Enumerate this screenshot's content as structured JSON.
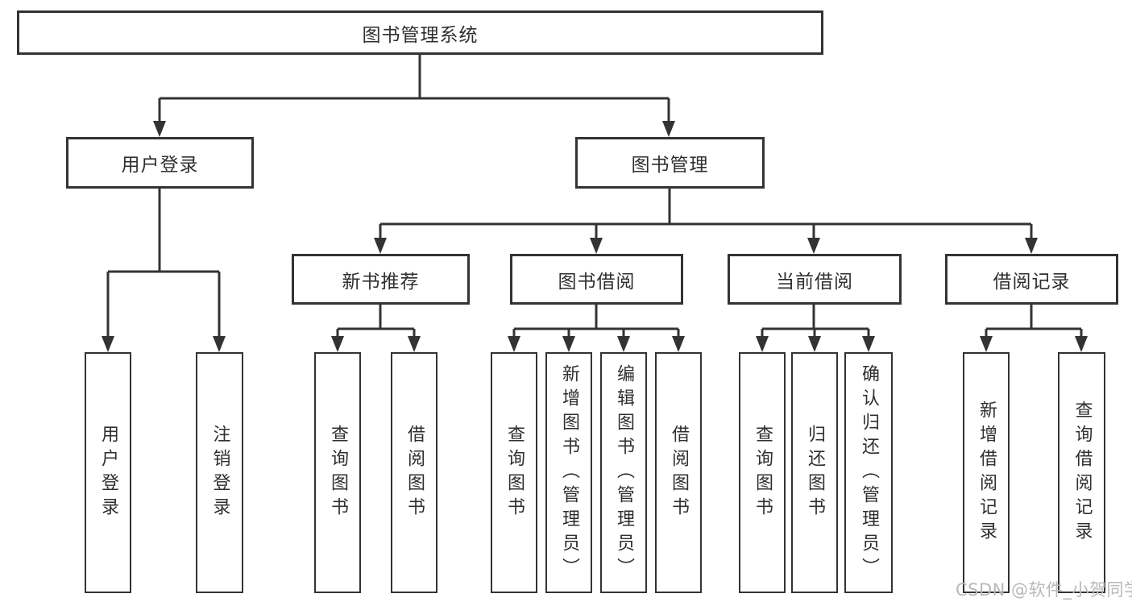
{
  "tree": {
    "root": {
      "label": "图书管理系统",
      "children": [
        {
          "label": "用户登录",
          "children": [
            {
              "label": "用户登录"
            },
            {
              "label": "注销登录"
            }
          ]
        },
        {
          "label": "图书管理",
          "children": [
            {
              "label": "新书推荐",
              "children": [
                {
                  "label": "查询图书"
                },
                {
                  "label": "借阅图书"
                }
              ]
            },
            {
              "label": "图书借阅",
              "children": [
                {
                  "label": "查询图书"
                },
                {
                  "label": "新增图书（管理员）"
                },
                {
                  "label": "编辑图书（管理员）"
                },
                {
                  "label": "借阅图书"
                }
              ]
            },
            {
              "label": "当前借阅",
              "children": [
                {
                  "label": "查询图书"
                },
                {
                  "label": "归还图书"
                },
                {
                  "label": "确认归还（管理员）"
                }
              ]
            },
            {
              "label": "借阅记录",
              "children": [
                {
                  "label": "新增借阅记录"
                },
                {
                  "label": "查询借阅记录"
                }
              ]
            }
          ]
        }
      ]
    }
  },
  "watermark": "CSDN @软件_小贺同学",
  "colors": {
    "line": "#333333",
    "text": "#2f2f2f",
    "watermark": "#b9b9b9",
    "background": "#ffffff"
  }
}
